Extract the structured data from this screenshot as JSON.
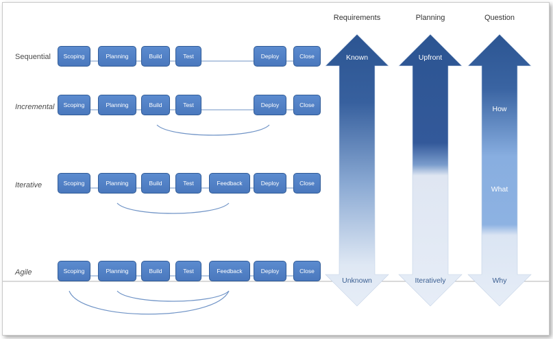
{
  "rows": [
    {
      "label": "Sequential",
      "steps": [
        "Scoping",
        "Planning",
        "Build",
        "Test",
        "Deploy",
        "Close"
      ]
    },
    {
      "label": "Incremental",
      "steps": [
        "Scoping",
        "Planning",
        "Build",
        "Test",
        "Deploy",
        "Close"
      ]
    },
    {
      "label": "Iterative",
      "steps": [
        "Scoping",
        "Planning",
        "Build",
        "Test",
        "Feedback",
        "Deploy",
        "Close"
      ]
    },
    {
      "label": "Agile",
      "steps": [
        "Scoping",
        "Planning",
        "Build",
        "Test",
        "Feedback",
        "Deploy",
        "Close"
      ]
    }
  ],
  "columns": [
    {
      "heading": "Requirements",
      "top": "Known",
      "bottom": "Unknown",
      "middle": []
    },
    {
      "heading": "Planning",
      "top": "Upfront",
      "bottom": "Iteratively",
      "middle": []
    },
    {
      "heading": "Question",
      "top": "",
      "bottom": "Why",
      "middle": [
        "How",
        "What"
      ]
    }
  ],
  "colors": {
    "step_fill": "#4f7fc4",
    "step_border": "#2f5a96",
    "arrow_dark": "#2c5592",
    "arrow_light": "#dfe8f4",
    "connector": "#6f93c6"
  }
}
